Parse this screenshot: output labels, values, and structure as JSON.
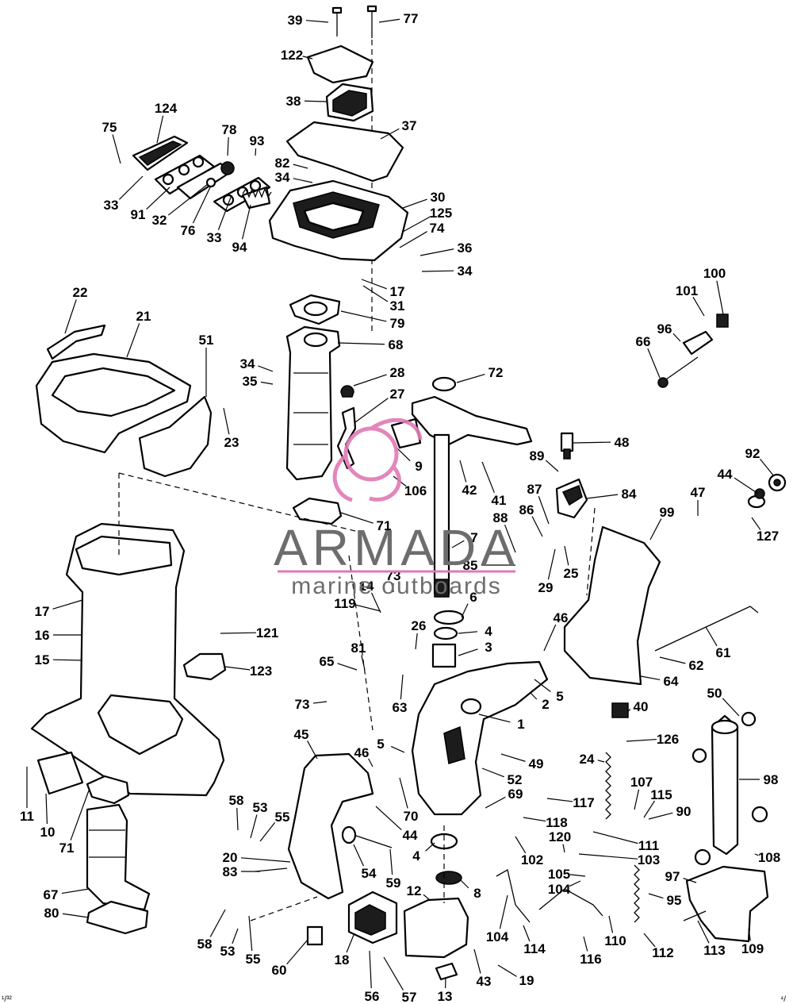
{
  "watermark": {
    "title": "ARMADA",
    "subtitle": "marine outboards",
    "accent_color": "#e07ab4",
    "text_color": "#6d6d6d"
  },
  "corner_text": {
    "left": "¹/³²",
    "right": "⁴/"
  },
  "callouts": [
    {
      "num": "39"
    },
    {
      "num": "77"
    },
    {
      "num": "122"
    },
    {
      "num": "38"
    },
    {
      "num": "124"
    },
    {
      "num": "75"
    },
    {
      "num": "78"
    },
    {
      "num": "93"
    },
    {
      "num": "37"
    },
    {
      "num": "82"
    },
    {
      "num": "34"
    },
    {
      "num": "33"
    },
    {
      "num": "91"
    },
    {
      "num": "32"
    },
    {
      "num": "76"
    },
    {
      "num": "33"
    },
    {
      "num": "94"
    },
    {
      "num": "30"
    },
    {
      "num": "125"
    },
    {
      "num": "74"
    },
    {
      "num": "36"
    },
    {
      "num": "34"
    },
    {
      "num": "17"
    },
    {
      "num": "31"
    },
    {
      "num": "79"
    },
    {
      "num": "22"
    },
    {
      "num": "21"
    },
    {
      "num": "51"
    },
    {
      "num": "68"
    },
    {
      "num": "34"
    },
    {
      "num": "35"
    },
    {
      "num": "28"
    },
    {
      "num": "27"
    },
    {
      "num": "72"
    },
    {
      "num": "23"
    },
    {
      "num": "100"
    },
    {
      "num": "101"
    },
    {
      "num": "96"
    },
    {
      "num": "66"
    },
    {
      "num": "9"
    },
    {
      "num": "106"
    },
    {
      "num": "42"
    },
    {
      "num": "41"
    },
    {
      "num": "89"
    },
    {
      "num": "48"
    },
    {
      "num": "92"
    },
    {
      "num": "44"
    },
    {
      "num": "47"
    },
    {
      "num": "127"
    },
    {
      "num": "87"
    },
    {
      "num": "84"
    },
    {
      "num": "86"
    },
    {
      "num": "99"
    },
    {
      "num": "88"
    },
    {
      "num": "71"
    },
    {
      "num": "7"
    },
    {
      "num": "85"
    },
    {
      "num": "25"
    },
    {
      "num": "29"
    },
    {
      "num": "73"
    },
    {
      "num": "14"
    },
    {
      "num": "6"
    },
    {
      "num": "119"
    },
    {
      "num": "17"
    },
    {
      "num": "16"
    },
    {
      "num": "15"
    },
    {
      "num": "121"
    },
    {
      "num": "26"
    },
    {
      "num": "4"
    },
    {
      "num": "3"
    },
    {
      "num": "46"
    },
    {
      "num": "61"
    },
    {
      "num": "65"
    },
    {
      "num": "81"
    },
    {
      "num": "123"
    },
    {
      "num": "62"
    },
    {
      "num": "64"
    },
    {
      "num": "63"
    },
    {
      "num": "2"
    },
    {
      "num": "5"
    },
    {
      "num": "73"
    },
    {
      "num": "50"
    },
    {
      "num": "40"
    },
    {
      "num": "1"
    },
    {
      "num": "45"
    },
    {
      "num": "126"
    },
    {
      "num": "5"
    },
    {
      "num": "46"
    },
    {
      "num": "49"
    },
    {
      "num": "24"
    },
    {
      "num": "52"
    },
    {
      "num": "98"
    },
    {
      "num": "11"
    },
    {
      "num": "69"
    },
    {
      "num": "107"
    },
    {
      "num": "115"
    },
    {
      "num": "58"
    },
    {
      "num": "53"
    },
    {
      "num": "55"
    },
    {
      "num": "117"
    },
    {
      "num": "90"
    },
    {
      "num": "10"
    },
    {
      "num": "70"
    },
    {
      "num": "118"
    },
    {
      "num": "71"
    },
    {
      "num": "44"
    },
    {
      "num": "111"
    },
    {
      "num": "120"
    },
    {
      "num": "4"
    },
    {
      "num": "20"
    },
    {
      "num": "102"
    },
    {
      "num": "103"
    },
    {
      "num": "108"
    },
    {
      "num": "83"
    },
    {
      "num": "54"
    },
    {
      "num": "59"
    },
    {
      "num": "105"
    },
    {
      "num": "97"
    },
    {
      "num": "67"
    },
    {
      "num": "12"
    },
    {
      "num": "104"
    },
    {
      "num": "8"
    },
    {
      "num": "95"
    },
    {
      "num": "80"
    },
    {
      "num": "104"
    },
    {
      "num": "110"
    },
    {
      "num": "58"
    },
    {
      "num": "53"
    },
    {
      "num": "55"
    },
    {
      "num": "18"
    },
    {
      "num": "114"
    },
    {
      "num": "116"
    },
    {
      "num": "112"
    },
    {
      "num": "113"
    },
    {
      "num": "109"
    },
    {
      "num": "60"
    },
    {
      "num": "43"
    },
    {
      "num": "19"
    },
    {
      "num": "56"
    },
    {
      "num": "57"
    },
    {
      "num": "13"
    }
  ]
}
